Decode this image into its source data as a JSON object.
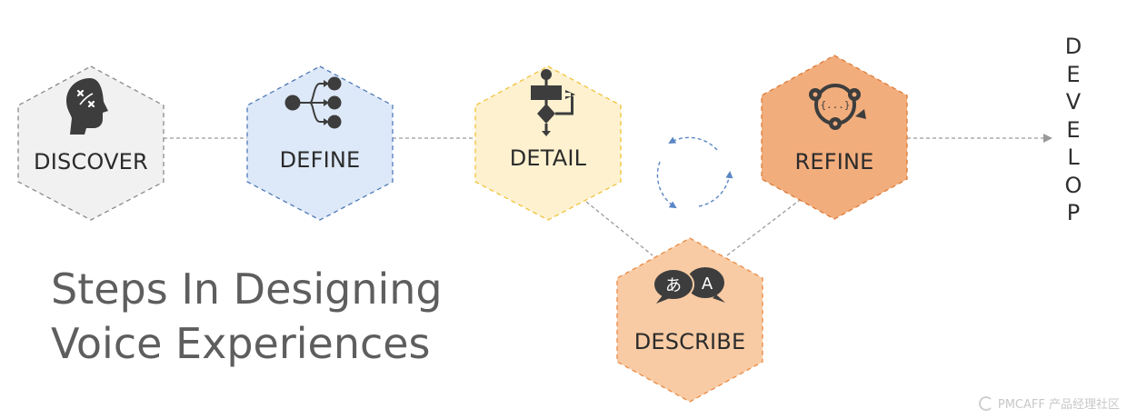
{
  "headline": {
    "line1": "Steps In Designing",
    "line2": "Voice Experiences"
  },
  "steps": [
    {
      "label": "DISCOVER",
      "icon": "head-thinking-icon",
      "fill": "#f1f1f1",
      "stroke": "#8a8a8a"
    },
    {
      "label": "DEFINE",
      "icon": "branch-arrows-icon",
      "fill": "#dde9f8",
      "stroke": "#4f79b7"
    },
    {
      "label": "DETAIL",
      "icon": "flowchart-icon",
      "fill": "#fdf1cf",
      "stroke": "#f0c33b"
    },
    {
      "label": "DESCRIBE",
      "icon": "translate-bubbles-icon",
      "fill": "#f8cba4",
      "stroke": "#ea8a43"
    },
    {
      "label": "REFINE",
      "icon": "refine-cycle-icon",
      "fill": "#f2ad7d",
      "stroke": "#dc7a35"
    }
  ],
  "develop": {
    "letters": [
      "D",
      "E",
      "V",
      "E",
      "L",
      "O",
      "P"
    ]
  },
  "icon_glyphs": {
    "translate_left": "あ",
    "translate_right": "A"
  },
  "watermark": {
    "text": "PMCAFF 产品经理社区"
  },
  "colors": {
    "icon": "#3d3d3d",
    "connector": "#9a9a9a",
    "cycle_arrows": "#5a86c4"
  }
}
